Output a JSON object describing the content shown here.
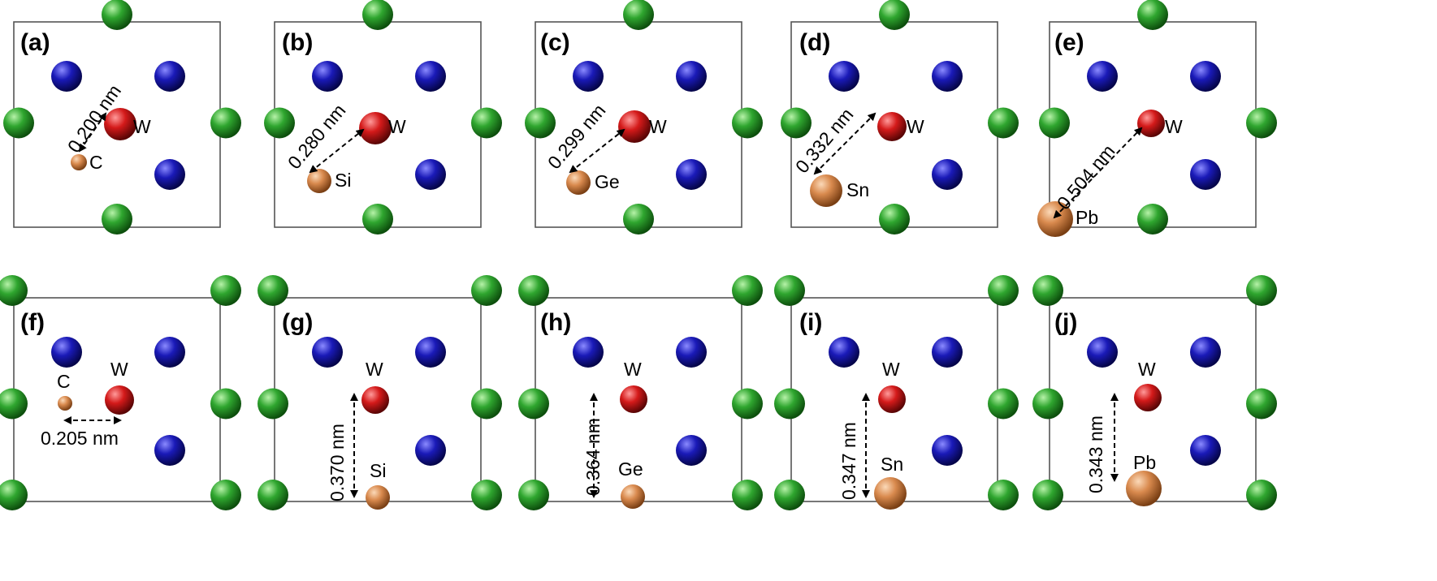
{
  "colors": {
    "green_atom": "#2f9e2f",
    "blue_atom": "#1a1aa8",
    "red_atom": "#cc1a1a",
    "orange_atom": "#d9884a",
    "cell_border": "#555555"
  },
  "panels": [
    {
      "label": "(a)",
      "solute": "C",
      "host": "W",
      "distance": "0.200 nm"
    },
    {
      "label": "(b)",
      "solute": "Si",
      "host": "W",
      "distance": "0.280 nm"
    },
    {
      "label": "(c)",
      "solute": "Ge",
      "host": "W",
      "distance": "0.299 nm"
    },
    {
      "label": "(d)",
      "solute": "Sn",
      "host": "W",
      "distance": "0.332 nm"
    },
    {
      "label": "(e)",
      "solute": "Pb",
      "host": "W",
      "distance": "0.504 nm"
    },
    {
      "label": "(f)",
      "solute": "C",
      "host": "W",
      "distance": "0.205 nm"
    },
    {
      "label": "(g)",
      "solute": "Si",
      "host": "W",
      "distance": "0.370 nm"
    },
    {
      "label": "(h)",
      "solute": "Ge",
      "host": "W",
      "distance": "0.364 nm"
    },
    {
      "label": "(i)",
      "solute": "Sn",
      "host": "W",
      "distance": "0.347 nm"
    },
    {
      "label": "(j)",
      "solute": "Pb",
      "host": "W",
      "distance": "0.343 nm"
    }
  ]
}
